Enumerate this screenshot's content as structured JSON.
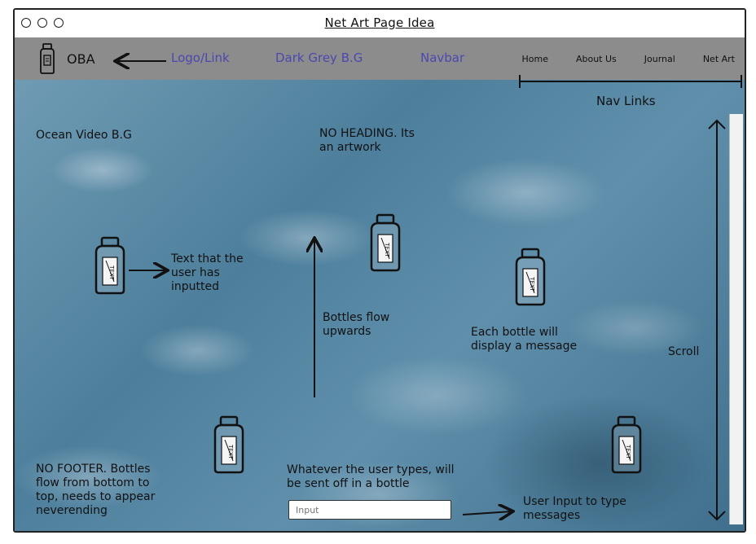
{
  "window": {
    "title": "Net Art Page Idea"
  },
  "navbar": {
    "brand": "OBA",
    "links": [
      "Home",
      "About Us",
      "Journal",
      "Net Art"
    ]
  },
  "annotations": {
    "logo_link": "Logo/Link",
    "dark_grey_bg": "Dark Grey B.G",
    "navbar": "Navbar",
    "nav_links": "Nav Links",
    "ocean_bg": "Ocean Video B.G",
    "no_heading": "NO HEADING. Its\nan artwork",
    "user_text": "Text that the\nuser has\ninputted",
    "bottles_flow": "Bottles flow\nupwards",
    "each_bottle": "Each bottle will\ndisplay a message",
    "scroll": "Scroll",
    "no_footer": "NO FOOTER. Bottles\nflow from bottom to\ntop, needs to appear\nneverending",
    "whatever_types": "Whatever the user types, will\nbe sent off in a bottle",
    "user_input_note": "User Input to type\nmessages"
  },
  "input": {
    "placeholder": "Input"
  },
  "bottle_text": "TEXT",
  "colors": {
    "navbar_bg": "#8c8c8c",
    "annotation_blue": "#4b48b0"
  }
}
